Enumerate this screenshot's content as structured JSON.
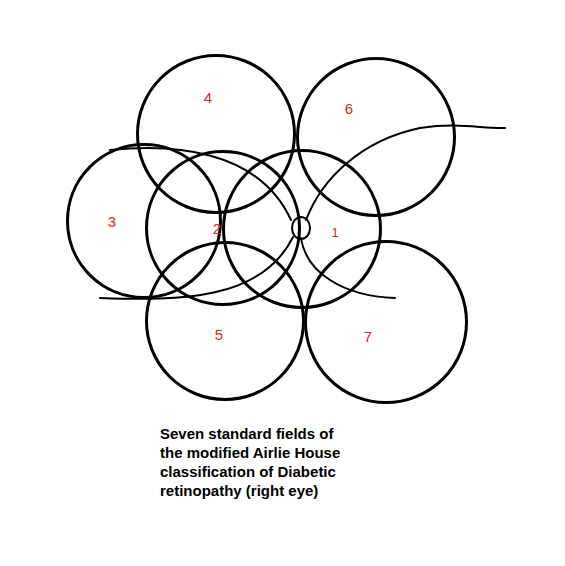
{
  "diagram": {
    "caption": "Seven standard fields of the modified Airlie House classification of Diabetic retinopathy (right eye)",
    "nodes": [
      {
        "text": [
          "4"
        ]
      },
      {
        "text": [
          "6"
        ]
      },
      {
        "text": [
          "3"
        ]
      },
      {
        "text": [
          "2"
        ]
      },
      {
        "text": [
          "1"
        ]
      },
      {
        "text": [
          "5"
        ]
      },
      {
        "text": [
          "7"
        ]
      }
    ]
  }
}
